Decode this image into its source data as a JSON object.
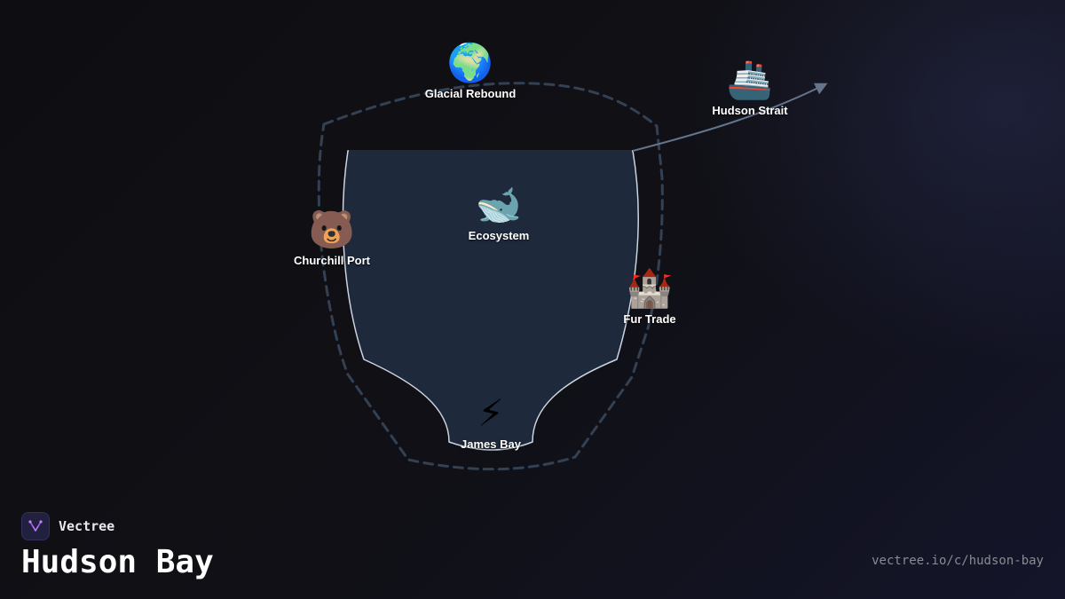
{
  "brand": {
    "name": "Vectree",
    "logo_icon": "vectree-logo-icon"
  },
  "title": "Hudson Bay",
  "url": "vectree.io/c/hudson-bay",
  "colors": {
    "background": "#0f0f14",
    "bay_fill": "#1e293b",
    "bay_stroke": "#cbd5e1",
    "dashed_outline": "#334155",
    "arrow": "#64748b",
    "label": "#ffffff",
    "url_text": "#8a8a94"
  },
  "nodes": [
    {
      "id": "glacial-rebound",
      "label": "Glacial Rebound",
      "icon": "globe-icon",
      "glyph": "🌍"
    },
    {
      "id": "hudson-strait",
      "label": "Hudson Strait",
      "icon": "ship-icon",
      "glyph": "🚢"
    },
    {
      "id": "ecosystem",
      "label": "Ecosystem",
      "icon": "whale-icon",
      "glyph": "🐋"
    },
    {
      "id": "churchill-port",
      "label": "Churchill Port",
      "icon": "bear-icon",
      "glyph": "🐻"
    },
    {
      "id": "fur-trade",
      "label": "Fur Trade",
      "icon": "castle-icon",
      "glyph": "🏰"
    },
    {
      "id": "james-bay",
      "label": "James Bay",
      "icon": "lightning-icon",
      "glyph": "⚡"
    }
  ]
}
